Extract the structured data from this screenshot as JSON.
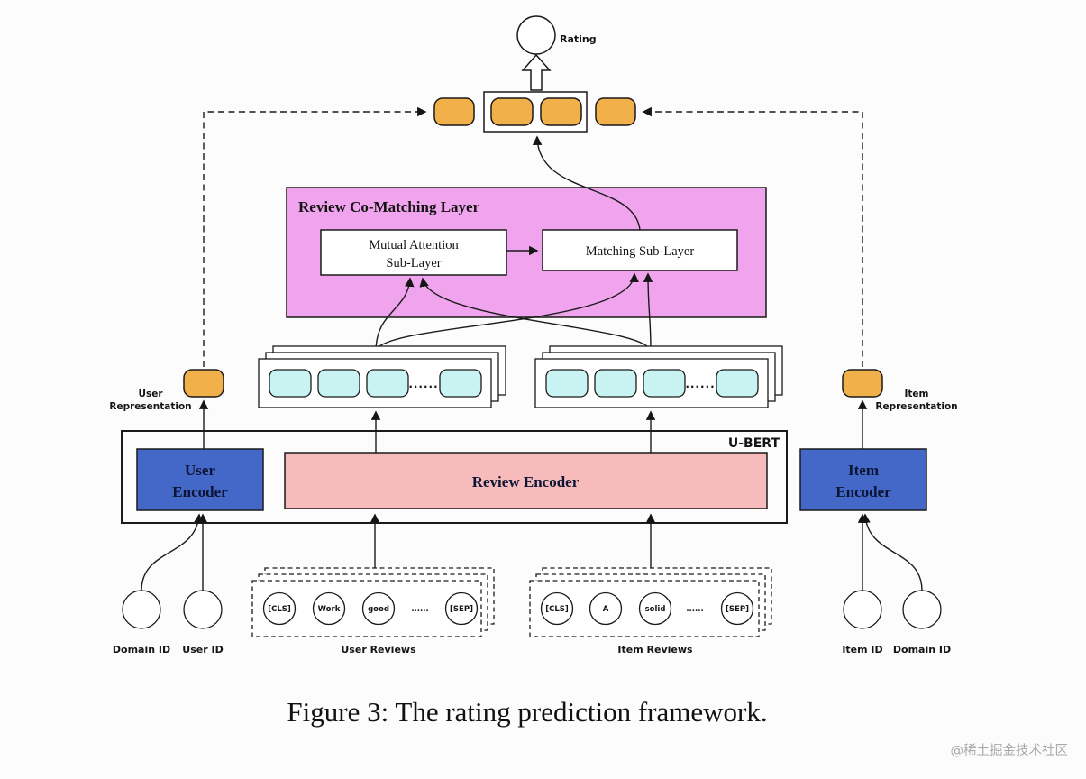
{
  "colors": {
    "box_orange": "#f2b04a",
    "layer_pink": "#f1a4ee",
    "token_cyan": "#c8f3f2",
    "encoder_blue": "#4468c8",
    "review_encoder_salmon": "#f6bbba"
  },
  "rating": {
    "label": "Rating"
  },
  "comatching": {
    "title": "Review Co-Matching Layer",
    "mutual_line1": "Mutual Attention",
    "mutual_line2": "Sub-Layer",
    "matching_label": "Matching Sub-Layer"
  },
  "representations": {
    "user_line1": "User",
    "user_line2": "Representation",
    "item_line1": "Item",
    "item_line2": "Representation"
  },
  "stacks": {
    "dots": "......"
  },
  "ubert": {
    "label": "U-BERT",
    "user_encoder_line1": "User",
    "user_encoder_line2": "Encoder",
    "review_encoder_label": "Review Encoder",
    "item_encoder_line1": "Item",
    "item_encoder_line2": "Encoder"
  },
  "inputs": {
    "domain_id_left_label": "Domain ID",
    "user_id_label": "User ID",
    "item_id_label": "Item ID",
    "domain_id_right_label": "Domain ID",
    "user_reviews_label": "User Reviews",
    "item_reviews_label": "Item Reviews",
    "user_tokens": [
      "[CLS]",
      "Work",
      "good",
      "......",
      "[SEP]"
    ],
    "item_tokens": [
      "[CLS]",
      "A",
      "solid",
      "......",
      "[SEP]"
    ]
  },
  "caption": "Figure 3: The rating prediction framework.",
  "watermark": "@稀土掘金技术社区"
}
